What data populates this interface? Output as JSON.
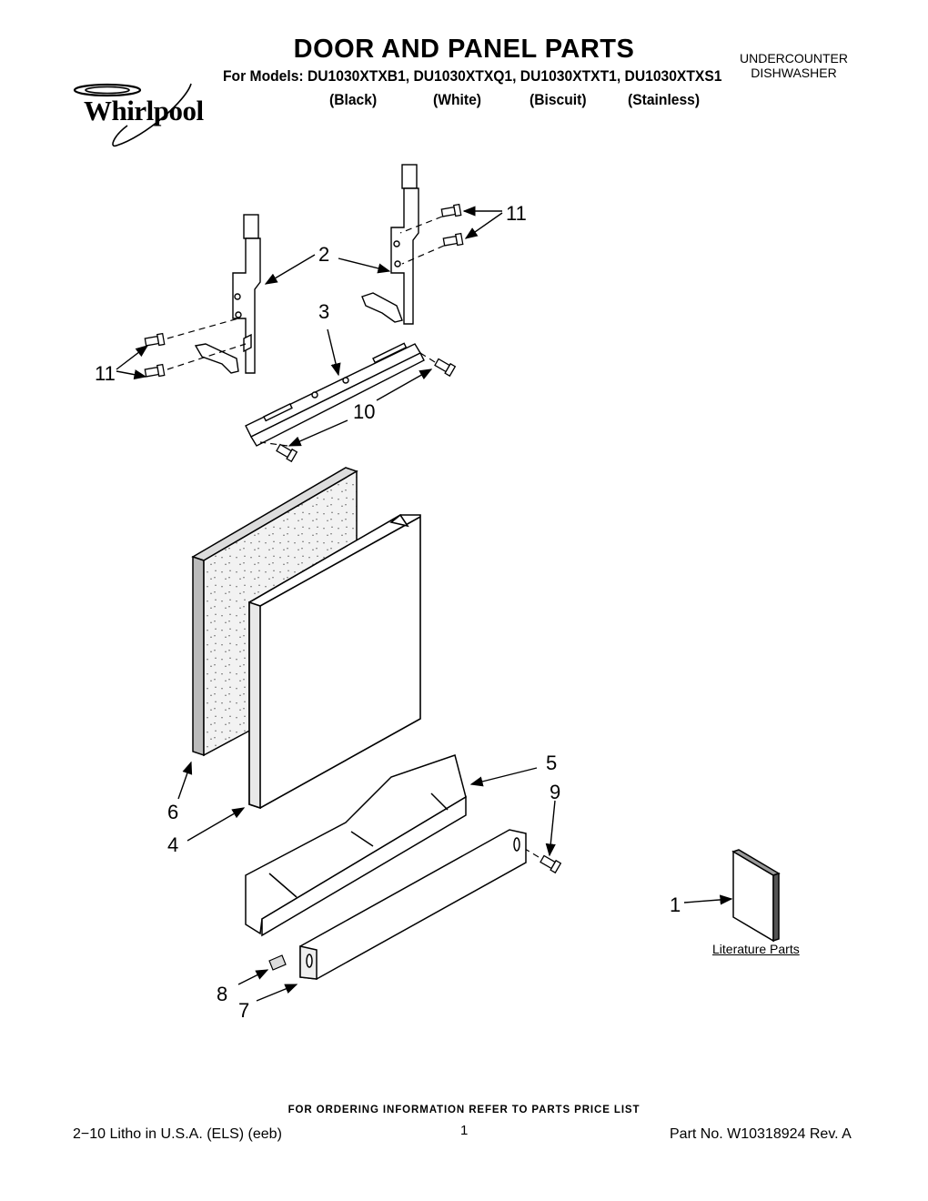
{
  "header": {
    "title": "DOOR AND PANEL PARTS",
    "models_line": "For Models: DU1030XTXB1, DU1030XTXQ1, DU1030XTXT1, DU1030XTXS1",
    "colors": [
      "(Black)",
      "(White)",
      "(Biscuit)",
      "(Stainless)"
    ],
    "product_type_line1": "UNDERCOUNTER",
    "product_type_line2": "DISHWASHER",
    "brand": "Whirlpool"
  },
  "callouts": {
    "c1": "1",
    "c2": "2",
    "c3": "3",
    "c4": "4",
    "c5": "5",
    "c6": "6",
    "c7": "7",
    "c8": "8",
    "c9": "9",
    "c10": "10",
    "c11a": "11",
    "c11b": "11"
  },
  "literature_label": "Literature Parts",
  "footer": {
    "ordering_note": "FOR ORDERING INFORMATION REFER TO PARTS PRICE LIST",
    "print_info": "2−10 Litho in U.S.A. (ELS) (eeb)",
    "page_number": "1",
    "part_number": "Part No. W10318924 Rev. A"
  },
  "icons": [
    "whirlpool-logo",
    "bracket-icon",
    "screw-icon",
    "panel-icon",
    "booklet-icon"
  ]
}
